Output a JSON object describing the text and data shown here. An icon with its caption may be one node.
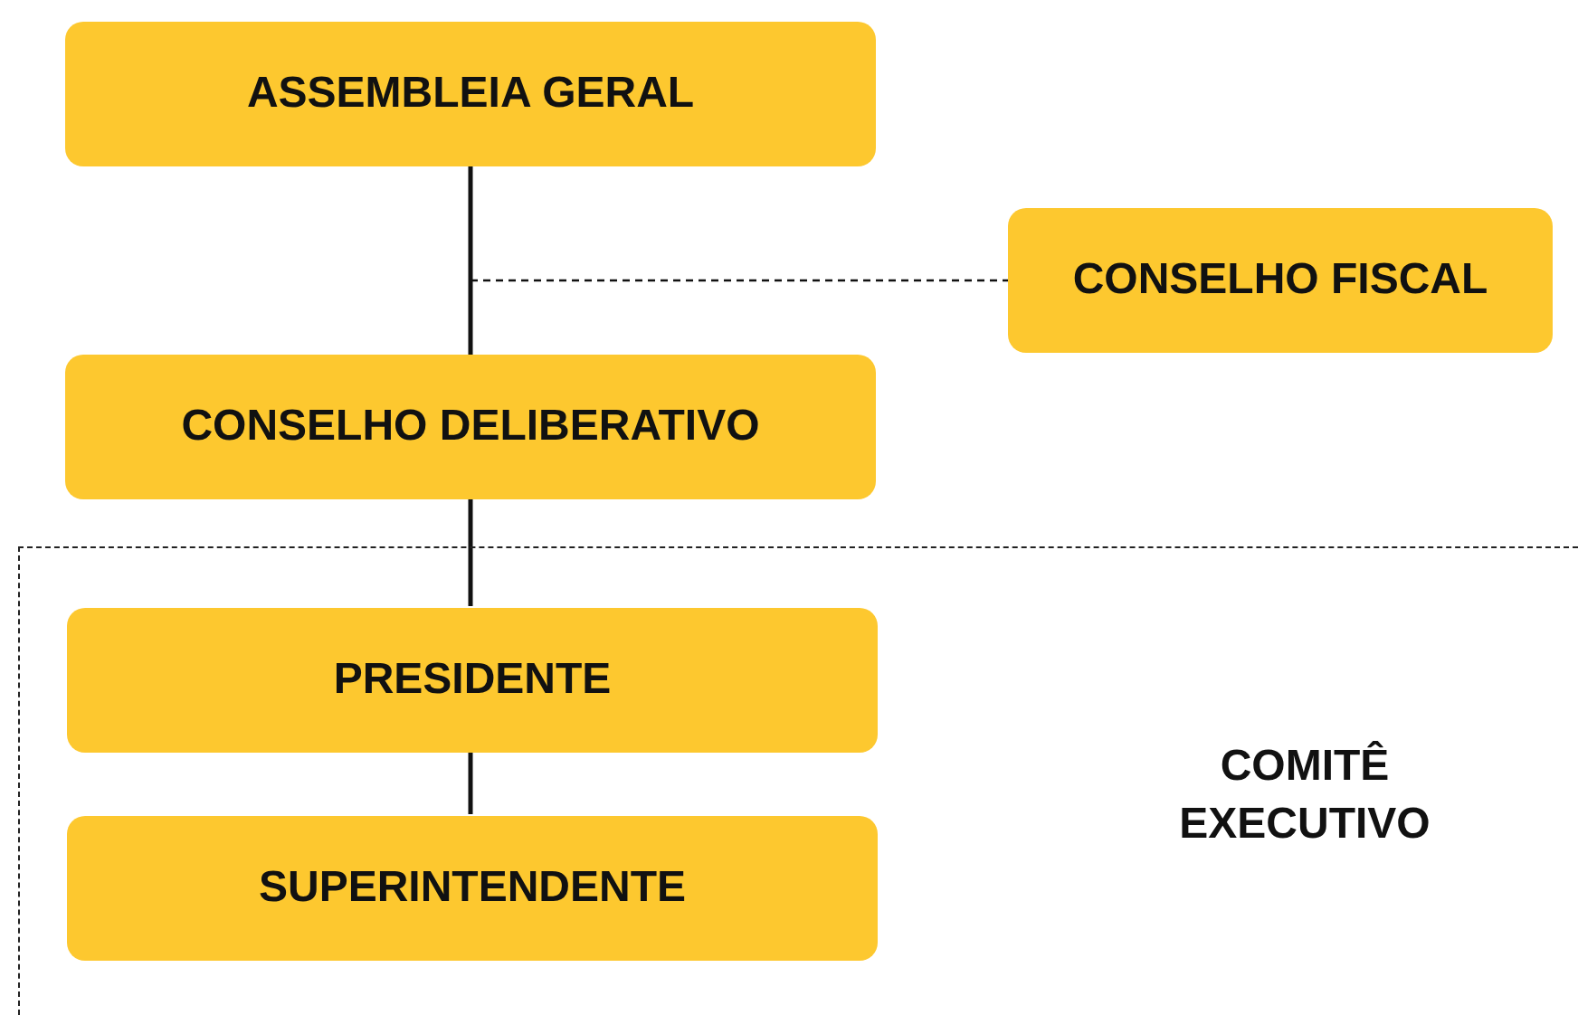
{
  "diagram": {
    "nodes": [
      {
        "text": [
          "ASSEMBLEIA GERAL"
        ]
      },
      {
        "text": [
          "CONSELHO FISCAL"
        ]
      },
      {
        "text": [
          "CONSELHO DELIBERATIVO"
        ]
      },
      {
        "text": [
          "COMITÊ EXECUTIVO"
        ]
      },
      {
        "text": [
          "PRESIDENTE"
        ],
        "in": 3
      },
      {
        "text": [
          "SUPERINTENDENTE"
        ],
        "in": 3
      }
    ],
    "edges": [
      {
        "from": 0,
        "to": 2,
        "arrow": "none"
      },
      {
        "from": 0,
        "to": 1,
        "arrow": "none",
        "style": "dashed"
      },
      {
        "from": 2,
        "to": 4,
        "arrow": "none"
      },
      {
        "from": 4,
        "to": 5,
        "arrow": "none"
      }
    ]
  }
}
